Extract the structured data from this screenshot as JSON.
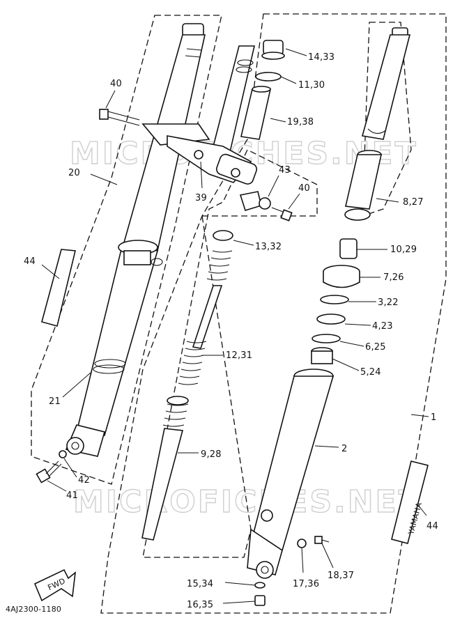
{
  "diagram": {
    "code": "4AJ2300-1180",
    "fwd": "FWD",
    "watermark": "MICROFICHES.NET",
    "decal_text": "YAMAHA"
  },
  "callouts": [
    {
      "label": "14,33"
    },
    {
      "label": "11,30"
    },
    {
      "label": "19,38"
    },
    {
      "label": "40"
    },
    {
      "label": "20"
    },
    {
      "label": "43"
    },
    {
      "label": "40"
    },
    {
      "label": "39"
    },
    {
      "label": "8,27"
    },
    {
      "label": "13,32"
    },
    {
      "label": "10,29"
    },
    {
      "label": "44"
    },
    {
      "label": "7,26"
    },
    {
      "label": "3,22"
    },
    {
      "label": "4,23"
    },
    {
      "label": "6,25"
    },
    {
      "label": "12,31"
    },
    {
      "label": "5,24"
    },
    {
      "label": "21"
    },
    {
      "label": "1"
    },
    {
      "label": "2"
    },
    {
      "label": "9,28"
    },
    {
      "label": "42"
    },
    {
      "label": "41"
    },
    {
      "label": "44"
    },
    {
      "label": "15,34"
    },
    {
      "label": "17,36"
    },
    {
      "label": "18,37"
    },
    {
      "label": "16,35"
    }
  ]
}
